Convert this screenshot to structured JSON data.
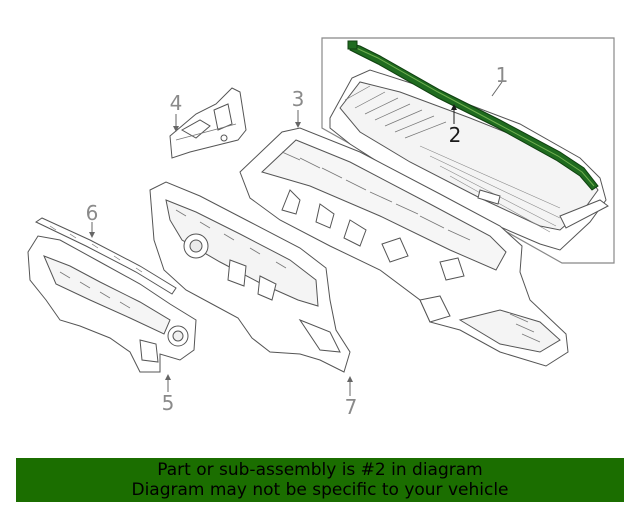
{
  "callouts": {
    "c1": "1",
    "c2": "2",
    "c3": "3",
    "c4": "4",
    "c5": "5",
    "c6": "6",
    "c7": "7"
  },
  "highlighted_callout": "2",
  "colors": {
    "highlight_part": "#1f6b1f",
    "banner_bg": "#1b6e00",
    "line": "#555555",
    "callout_text": "#8a8a8a"
  },
  "banner": {
    "line1": "Part or sub-assembly is #2 in diagram",
    "line2": "Diagram may not be specific to your vehicle"
  }
}
